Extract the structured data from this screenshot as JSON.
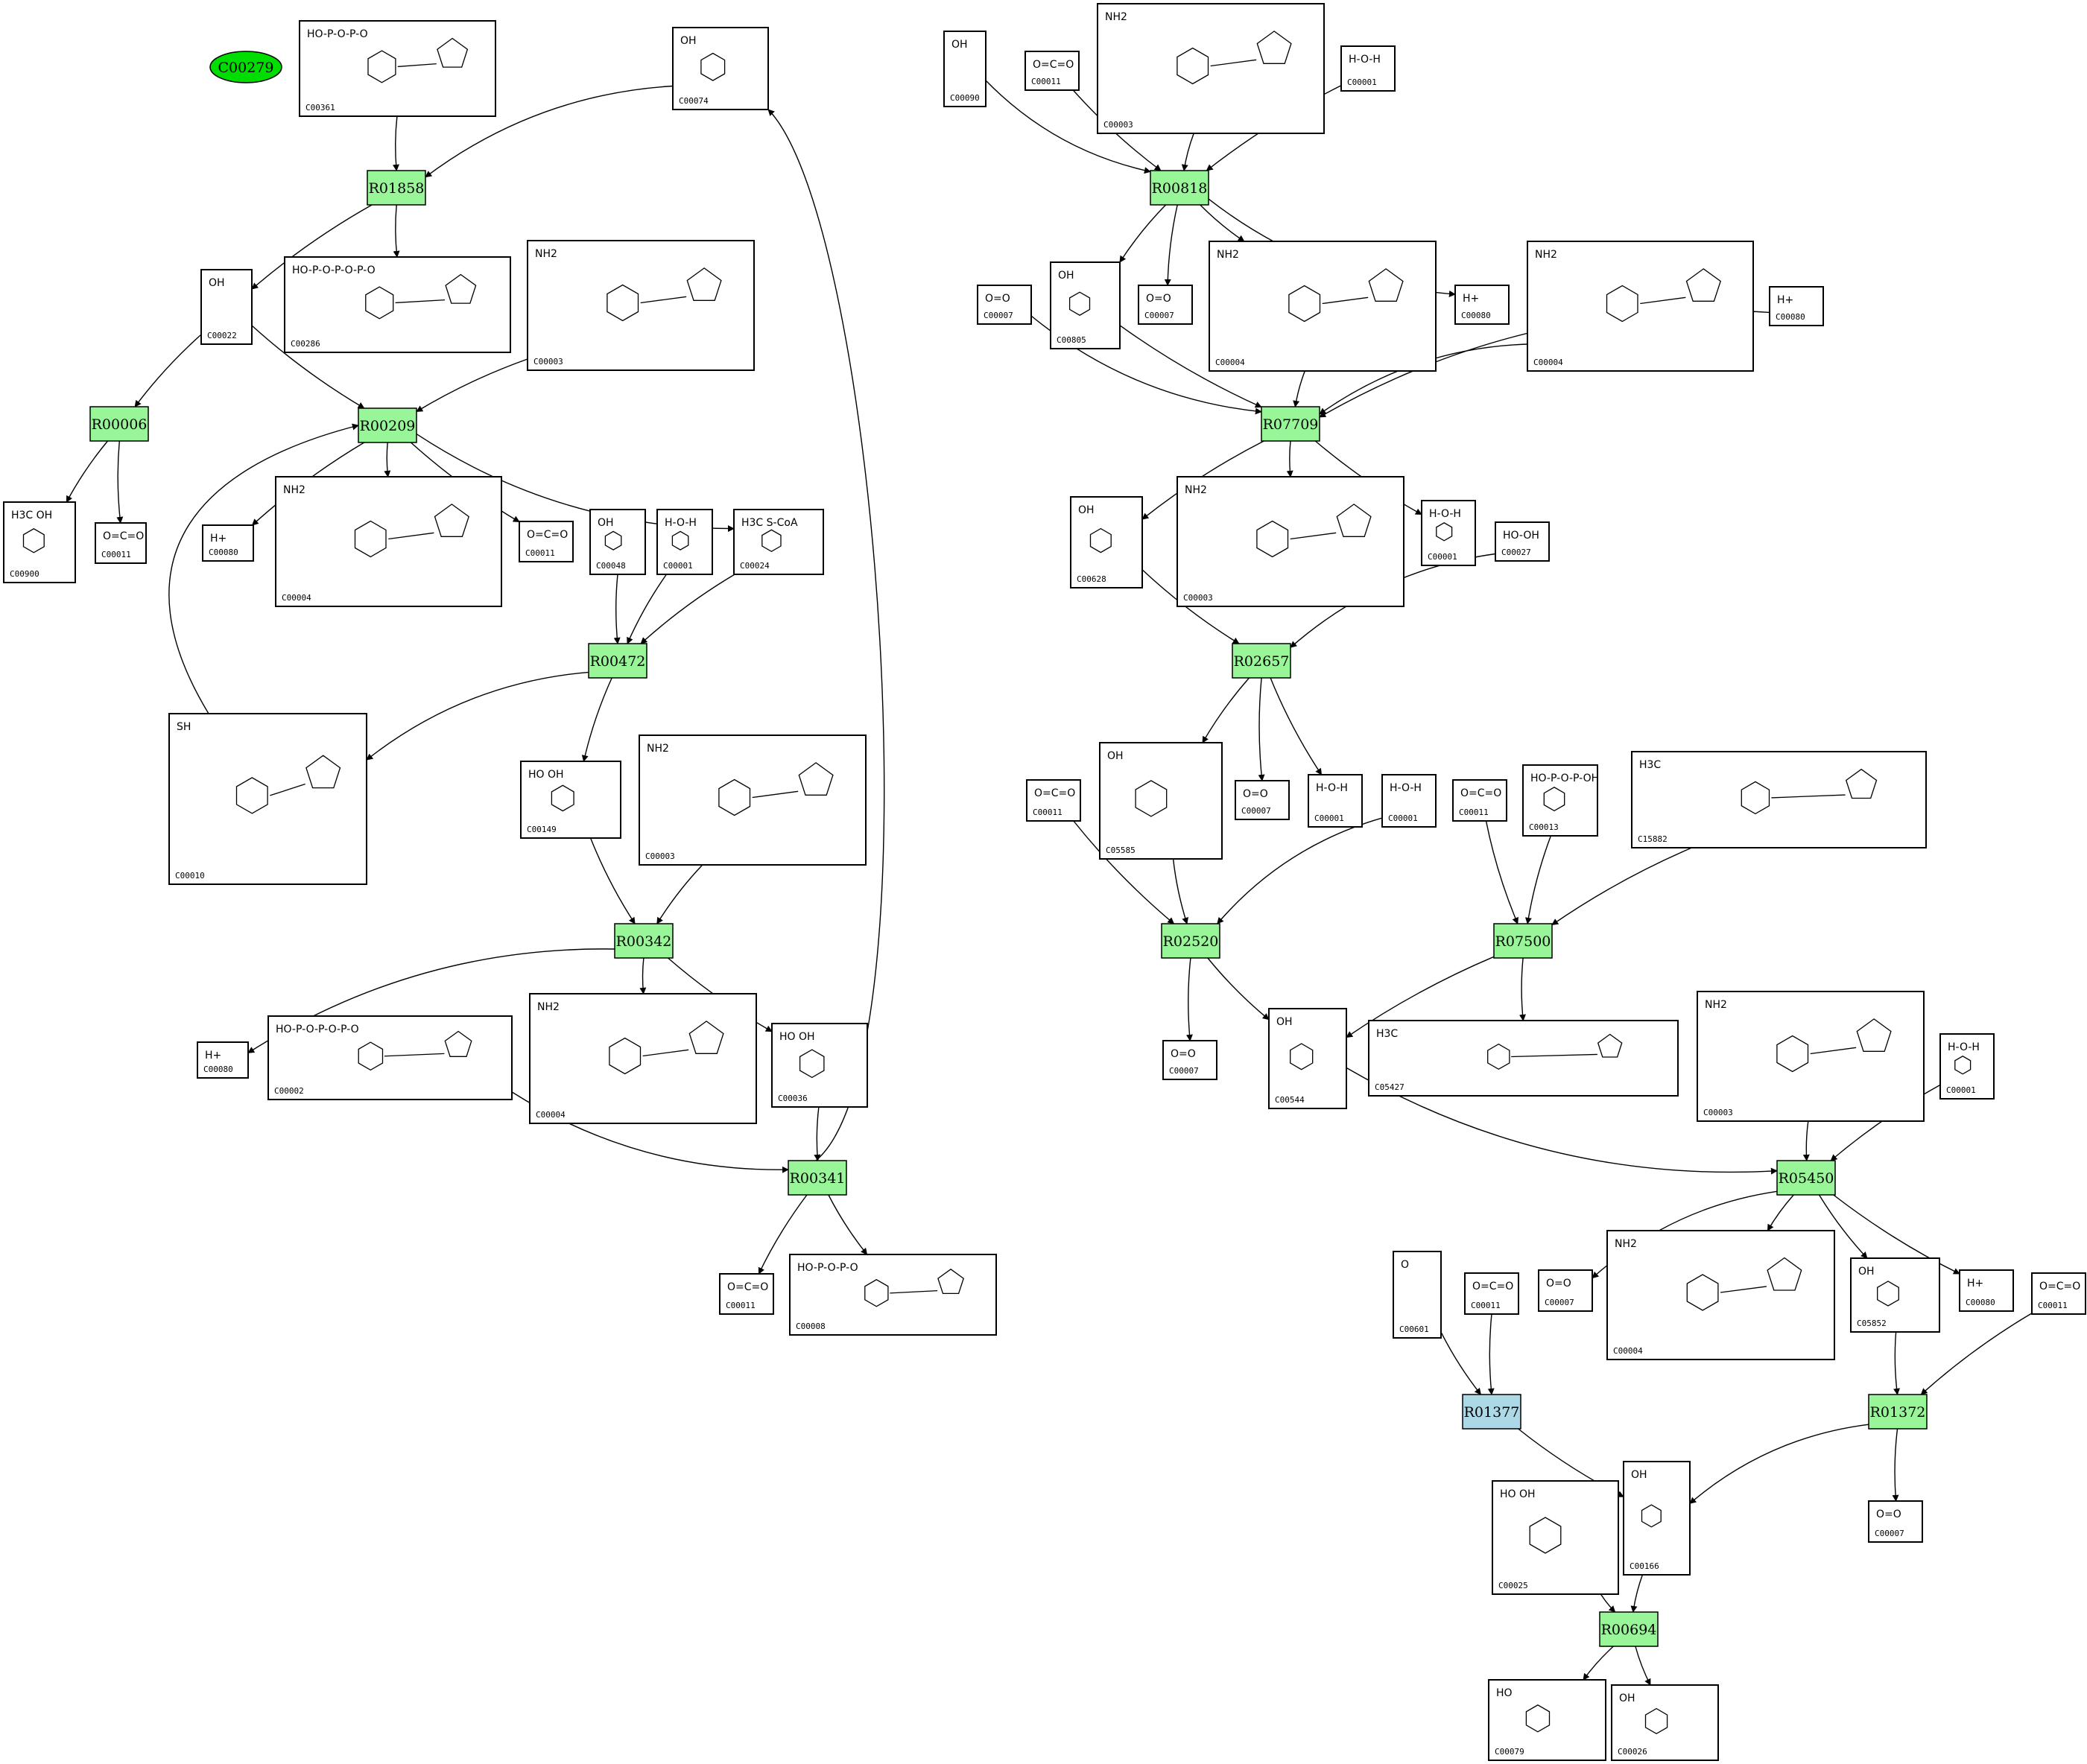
{
  "start_node": {
    "id": "C00279",
    "color": "#00dd00"
  },
  "colors": {
    "reaction": "#98f598",
    "reaction_alt": "#add8e6",
    "box_stroke": "#000000"
  },
  "compounds": [
    {
      "key": "c00361",
      "id": "C00361",
      "text": "HO-P-O-P-O"
    },
    {
      "key": "c00074",
      "id": "C00074",
      "text": "OH"
    },
    {
      "key": "c00022",
      "id": "C00022",
      "text": "OH"
    },
    {
      "key": "c00286",
      "id": "C00286",
      "text": "HO-P-O-P-O-P-O"
    },
    {
      "key": "c00003a",
      "id": "C00003",
      "text": "NH2"
    },
    {
      "key": "c00900",
      "id": "C00900",
      "text": "H3C OH"
    },
    {
      "key": "c00011a",
      "id": "C00011",
      "text": "O=C=O"
    },
    {
      "key": "c00080a",
      "id": "C00080",
      "text": "H+"
    },
    {
      "key": "c00004a",
      "id": "C00004",
      "text": "NH2"
    },
    {
      "key": "c00011b",
      "id": "C00011",
      "text": "O=C=O"
    },
    {
      "key": "c00048",
      "id": "C00048",
      "text": "OH"
    },
    {
      "key": "c00001a",
      "id": "C00001",
      "text": "H-O-H"
    },
    {
      "key": "c00024",
      "id": "C00024",
      "text": "H3C S-CoA"
    },
    {
      "key": "c00010",
      "id": "C00010",
      "text": "SH"
    },
    {
      "key": "c00149",
      "id": "C00149",
      "text": "HO OH"
    },
    {
      "key": "c00003b",
      "id": "C00003",
      "text": "NH2"
    },
    {
      "key": "c00080b",
      "id": "C00080",
      "text": "H+"
    },
    {
      "key": "c00002",
      "id": "C00002",
      "text": "HO-P-O-P-O-P-O"
    },
    {
      "key": "c00004b",
      "id": "C00004",
      "text": "NH2"
    },
    {
      "key": "c00036",
      "id": "C00036",
      "text": "HO OH"
    },
    {
      "key": "c00011c",
      "id": "C00011",
      "text": "O=C=O"
    },
    {
      "key": "c00008",
      "id": "C00008",
      "text": "HO-P-O-P-O"
    },
    {
      "key": "c00090",
      "id": "C00090",
      "text": "OH"
    },
    {
      "key": "c00011d",
      "id": "C00011",
      "text": "O=C=O"
    },
    {
      "key": "c00003c",
      "id": "C00003",
      "text": "NH2"
    },
    {
      "key": "c00001b",
      "id": "C00001",
      "text": "H-O-H"
    },
    {
      "key": "c00007a",
      "id": "C00007",
      "text": "O=O"
    },
    {
      "key": "c00805",
      "id": "C00805",
      "text": "OH"
    },
    {
      "key": "c00007b",
      "id": "C00007",
      "text": "O=O"
    },
    {
      "key": "c00004c",
      "id": "C00004",
      "text": "NH2"
    },
    {
      "key": "c00080c",
      "id": "C00080",
      "text": "H+"
    },
    {
      "key": "c00004d",
      "id": "C00004",
      "text": "NH2"
    },
    {
      "key": "c00080d",
      "id": "C00080",
      "text": "H+"
    },
    {
      "key": "c00628",
      "id": "C00628",
      "text": "OH"
    },
    {
      "key": "c00003d",
      "id": "C00003",
      "text": "NH2"
    },
    {
      "key": "c00001c",
      "id": "C00001",
      "text": "H-O-H"
    },
    {
      "key": "c00027",
      "id": "C00027",
      "text": "HO-OH"
    },
    {
      "key": "c05585",
      "id": "C05585",
      "text": "OH"
    },
    {
      "key": "c00007c",
      "id": "C00007",
      "text": "O=O"
    },
    {
      "key": "c00001d",
      "id": "C00001",
      "text": "H-O-H"
    },
    {
      "key": "c00011e",
      "id": "C00011",
      "text": "O=C=O"
    },
    {
      "key": "c00001e",
      "id": "C00001",
      "text": "H-O-H"
    },
    {
      "key": "c00011f",
      "id": "C00011",
      "text": "O=C=O"
    },
    {
      "key": "c00013",
      "id": "C00013",
      "text": "HO-P-O-P-OH"
    },
    {
      "key": "c15882",
      "id": "C15882",
      "text": "H3C"
    },
    {
      "key": "c00007d",
      "id": "C00007",
      "text": "O=O"
    },
    {
      "key": "c00544",
      "id": "C00544",
      "text": "OH"
    },
    {
      "key": "c05427",
      "id": "C05427",
      "text": "H3C"
    },
    {
      "key": "c00003e",
      "id": "C00003",
      "text": "NH2"
    },
    {
      "key": "c00001f",
      "id": "C00001",
      "text": "H-O-H"
    },
    {
      "key": "c00007e",
      "id": "C00007",
      "text": "O=O"
    },
    {
      "key": "c00004e",
      "id": "C00004",
      "text": "NH2"
    },
    {
      "key": "c05852",
      "id": "C05852",
      "text": "OH"
    },
    {
      "key": "c00080e",
      "id": "C00080",
      "text": "H+"
    },
    {
      "key": "c00011g",
      "id": "C00011",
      "text": "O=C=O"
    },
    {
      "key": "c00601",
      "id": "C00601",
      "text": "O"
    },
    {
      "key": "c00011h",
      "id": "C00011",
      "text": "O=C=O"
    },
    {
      "key": "c00025",
      "id": "C00025",
      "text": "HO OH"
    },
    {
      "key": "c00166",
      "id": "C00166",
      "text": "OH"
    },
    {
      "key": "c00007f",
      "id": "C00007",
      "text": "O=O"
    },
    {
      "key": "c00079",
      "id": "C00079",
      "text": "HO"
    },
    {
      "key": "c00026",
      "id": "C00026",
      "text": "OH"
    }
  ],
  "reactions": [
    {
      "key": "R01858",
      "id": "R01858",
      "color": "#98f598"
    },
    {
      "key": "R00006",
      "id": "R00006",
      "color": "#98f598"
    },
    {
      "key": "R00209",
      "id": "R00209",
      "color": "#98f598"
    },
    {
      "key": "R00472",
      "id": "R00472",
      "color": "#98f598"
    },
    {
      "key": "R00342",
      "id": "R00342",
      "color": "#98f598"
    },
    {
      "key": "R00341",
      "id": "R00341",
      "color": "#98f598"
    },
    {
      "key": "R00818",
      "id": "R00818",
      "color": "#98f598"
    },
    {
      "key": "R07709",
      "id": "R07709",
      "color": "#98f598"
    },
    {
      "key": "R02657",
      "id": "R02657",
      "color": "#98f598"
    },
    {
      "key": "R02520",
      "id": "R02520",
      "color": "#98f598"
    },
    {
      "key": "R07500",
      "id": "R07500",
      "color": "#98f598"
    },
    {
      "key": "R05450",
      "id": "R05450",
      "color": "#98f598"
    },
    {
      "key": "R01377",
      "id": "R01377",
      "color": "#add8e6"
    },
    {
      "key": "R01372",
      "id": "R01372",
      "color": "#98f598"
    },
    {
      "key": "R00694",
      "id": "R00694",
      "color": "#98f598"
    }
  ],
  "edges": [
    [
      "c00361",
      "R01858"
    ],
    [
      "c00074",
      "R01858"
    ],
    [
      "R01858",
      "c00022"
    ],
    [
      "R01858",
      "c00286"
    ],
    [
      "c00022",
      "R00006"
    ],
    [
      "R00006",
      "c00900"
    ],
    [
      "R00006",
      "c00011a"
    ],
    [
      "c00022",
      "R00209"
    ],
    [
      "c00003a",
      "R00209"
    ],
    [
      "c00010",
      "R00209"
    ],
    [
      "R00209",
      "c00080a"
    ],
    [
      "R00209",
      "c00004a"
    ],
    [
      "R00209",
      "c00011b"
    ],
    [
      "R00209",
      "c00024"
    ],
    [
      "c00048",
      "R00472"
    ],
    [
      "c00001a",
      "R00472"
    ],
    [
      "c00024",
      "R00472"
    ],
    [
      "R00472",
      "c00010"
    ],
    [
      "R00472",
      "c00149"
    ],
    [
      "c00149",
      "R00342"
    ],
    [
      "c00003b",
      "R00342"
    ],
    [
      "R00342",
      "c00080b"
    ],
    [
      "R00342",
      "c00004b"
    ],
    [
      "R00342",
      "c00036"
    ],
    [
      "c00002",
      "R00341"
    ],
    [
      "c00036",
      "R00341"
    ],
    [
      "R00341",
      "c00011c"
    ],
    [
      "R00341",
      "c00008"
    ],
    [
      "R00341",
      "c00074"
    ],
    [
      "c00090",
      "R00818"
    ],
    [
      "c00011d",
      "R00818"
    ],
    [
      "c00003c",
      "R00818"
    ],
    [
      "c00001b",
      "R00818"
    ],
    [
      "R00818",
      "c00805"
    ],
    [
      "R00818",
      "c00007b"
    ],
    [
      "R00818",
      "c00004c"
    ],
    [
      "R00818",
      "c00080c"
    ],
    [
      "c00007a",
      "R07709"
    ],
    [
      "c00805",
      "R07709"
    ],
    [
      "c00004c",
      "R07709"
    ],
    [
      "c00004d",
      "R07709"
    ],
    [
      "c00080d",
      "R07709"
    ],
    [
      "R07709",
      "c00628"
    ],
    [
      "R07709",
      "c00003d"
    ],
    [
      "R07709",
      "c00001c"
    ],
    [
      "c00628",
      "R02657"
    ],
    [
      "c00027",
      "R02657"
    ],
    [
      "R02657",
      "c05585"
    ],
    [
      "R02657",
      "c00007c"
    ],
    [
      "R02657",
      "c00001d"
    ],
    [
      "c00011e",
      "R02520"
    ],
    [
      "c05585",
      "R02520"
    ],
    [
      "c00001e",
      "R02520"
    ],
    [
      "R02520",
      "c00007d"
    ],
    [
      "R02520",
      "c00544"
    ],
    [
      "c00011f",
      "R07500"
    ],
    [
      "c00013",
      "R07500"
    ],
    [
      "c15882",
      "R07500"
    ],
    [
      "R07500",
      "c00544"
    ],
    [
      "R07500",
      "c05427"
    ],
    [
      "c00544",
      "R05450"
    ],
    [
      "c00003e",
      "R05450"
    ],
    [
      "c00001f",
      "R05450"
    ],
    [
      "R05450",
      "c00007e"
    ],
    [
      "R05450",
      "c00004e"
    ],
    [
      "R05450",
      "c05852"
    ],
    [
      "R05450",
      "c00080e"
    ],
    [
      "c00601",
      "R01377"
    ],
    [
      "c00011h",
      "R01377"
    ],
    [
      "R01377",
      "c00166"
    ],
    [
      "c05852",
      "R01372"
    ],
    [
      "c00011g",
      "R01372"
    ],
    [
      "R01372",
      "c00166"
    ],
    [
      "R01372",
      "c00007f"
    ],
    [
      "c00025",
      "R00694"
    ],
    [
      "c00166",
      "R00694"
    ],
    [
      "R00694",
      "c00079"
    ],
    [
      "R00694",
      "c00026"
    ]
  ]
}
